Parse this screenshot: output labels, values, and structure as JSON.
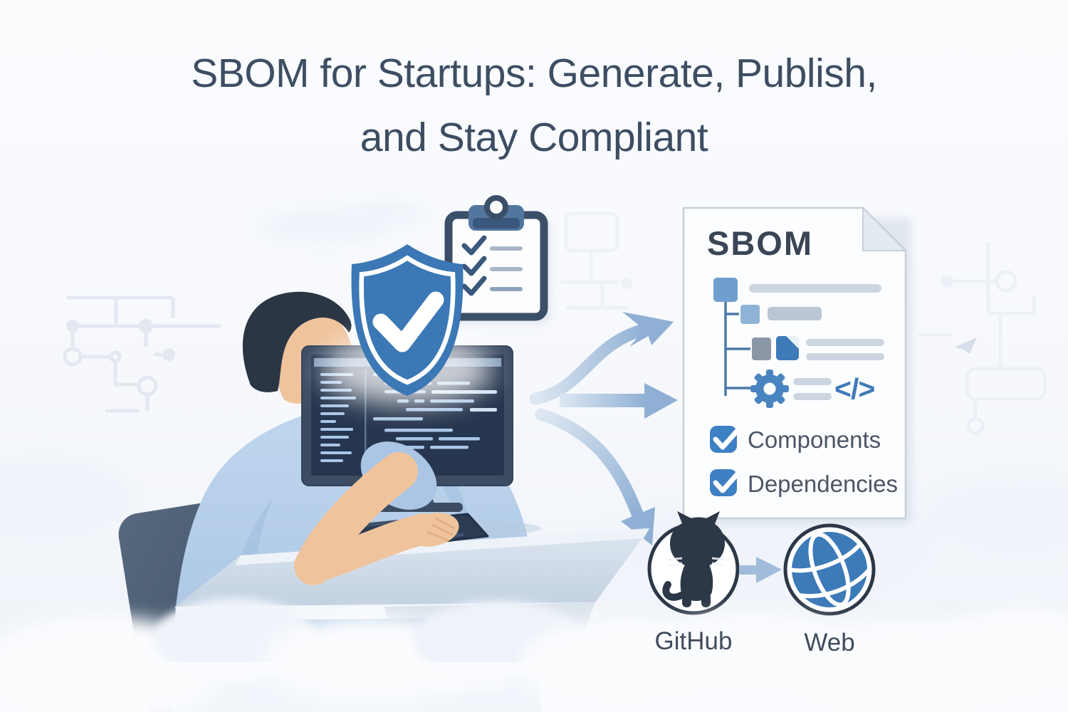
{
  "title": {
    "line1": "SBOM for Startups: Generate, Publish,",
    "line2": "and Stay Compliant"
  },
  "sbom_document": {
    "title": "SBOM",
    "code_glyph": "</>",
    "checklist": [
      {
        "label": "Components",
        "checked": true
      },
      {
        "label": "Dependencies",
        "checked": true
      }
    ]
  },
  "publish_targets": [
    {
      "label": "GitHub",
      "icon": "github-octocat-icon"
    },
    {
      "label": "Web",
      "icon": "globe-icon"
    }
  ],
  "icons": {
    "shield": "shield-check-icon",
    "clipboard": "clipboard-checklist-icon",
    "gear": "gear-icon",
    "code": "code-icon",
    "checkboxes": "checkbox-checked-icon"
  },
  "colors": {
    "background": "#f7f9fc",
    "title_text": "#3d4e63",
    "accent_blue": "#3b78b5",
    "steel_blue": "#7f9cbc",
    "dark_navy": "#2c3b52",
    "slate_frame": "#3c4c63",
    "shirt_blue": "#b8d0ea",
    "skin": "#efc49d",
    "arrow_blue": "#93b3d6",
    "paper_white": "#fcfdfe",
    "bar_gray": "#ccd5e0",
    "label_text": "#4b5566",
    "octocat_dark": "#2c3747",
    "globe_blue": "#3d7ab8"
  }
}
